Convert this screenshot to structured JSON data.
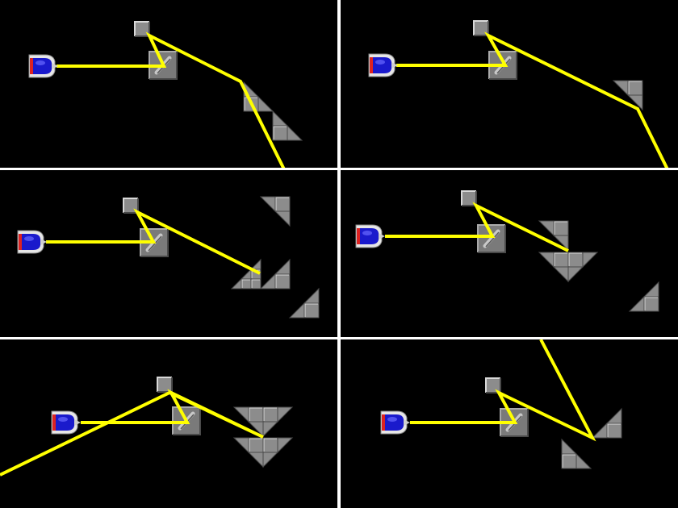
{
  "title": "",
  "colors": {
    "background": "#000000",
    "divider": "#ffffff",
    "laser": "#ffff00",
    "block_face": "#8c8c8c",
    "block_light": "#d8d8d8",
    "block_dark": "#4a4a4a",
    "emitter_body": "#1a1acc",
    "emitter_shell": "#e6e6e6",
    "emitter_stripe": "#dd2222"
  },
  "icons": {
    "emitter": "laser-emitter-icon",
    "mirror": "mirror-block-icon",
    "block": "stone-block-icon",
    "triangle": "triangle-block-icon"
  },
  "panels": [
    {
      "name": "panel-1"
    },
    {
      "name": "panel-2"
    },
    {
      "name": "panel-3"
    },
    {
      "name": "panel-4"
    },
    {
      "name": "panel-5"
    },
    {
      "name": "panel-6"
    }
  ]
}
